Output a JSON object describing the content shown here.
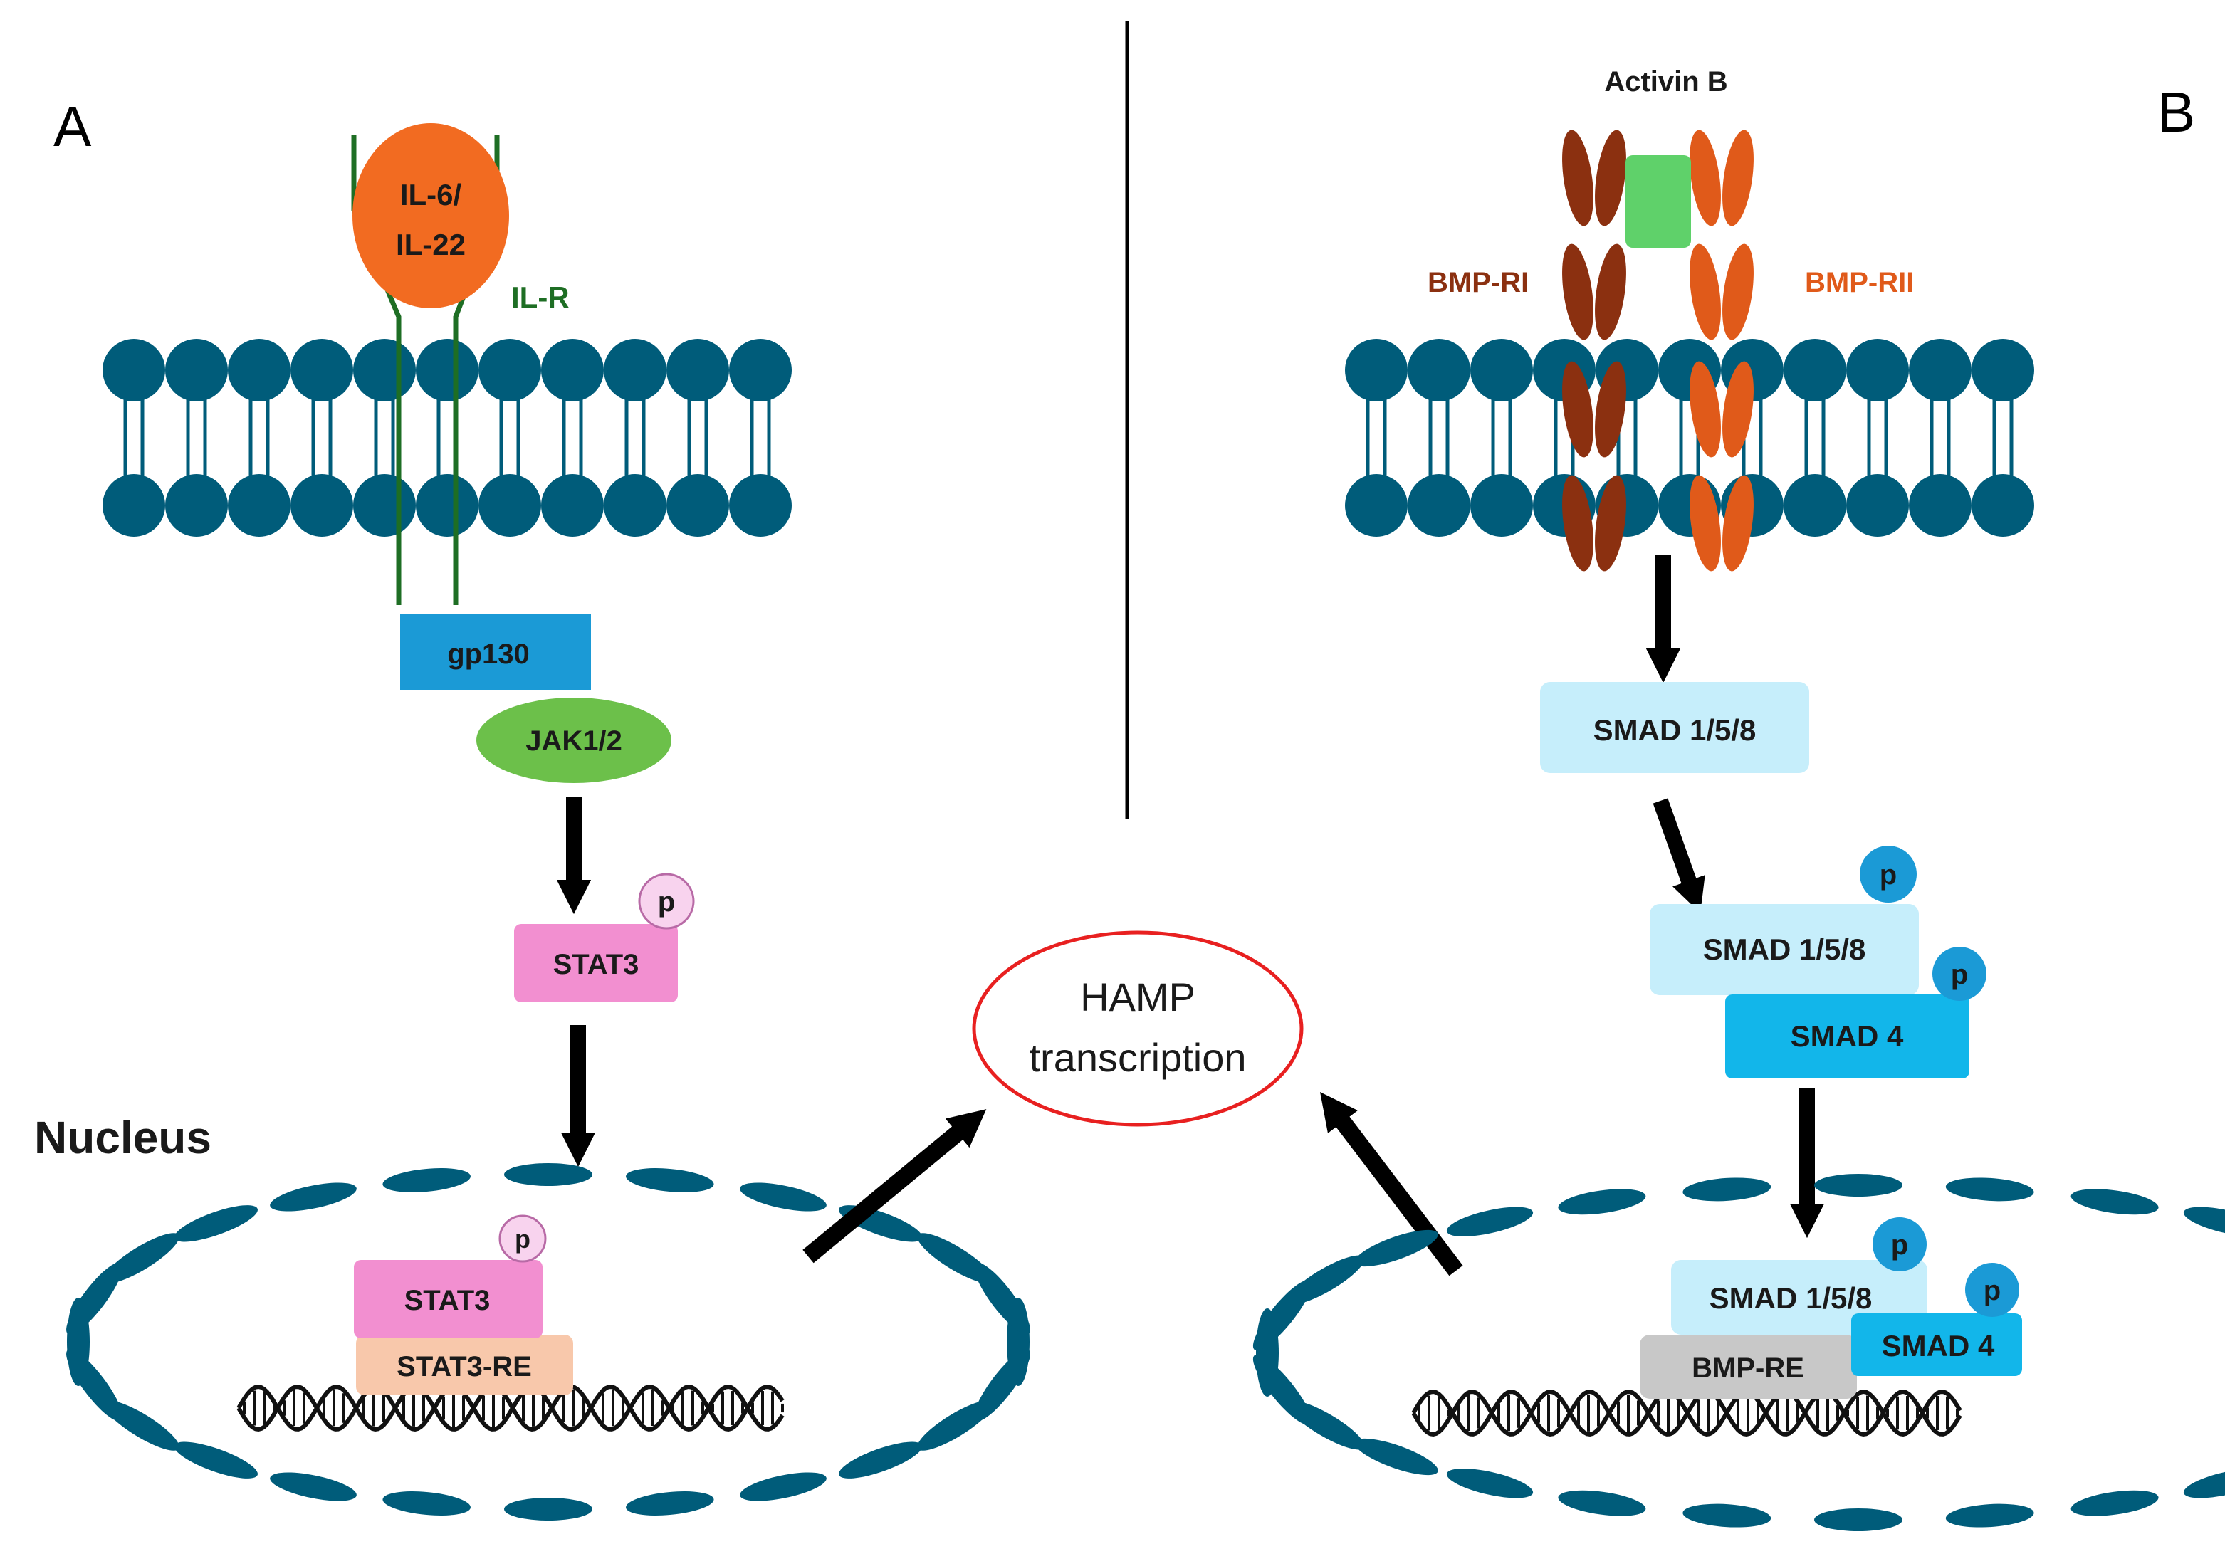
{
  "panels": {
    "a": {
      "letter": "A",
      "ligand": {
        "line1": "IL-6/",
        "line2": "IL-22"
      },
      "receptor_label": "IL-R",
      "gp130_label": "gp130",
      "jak_label": "JAK1/2",
      "stat3_label": "STAT3",
      "phospho_label": "p",
      "nucleus_label": "Nucleus",
      "nuclear_stat3_label": "STAT3",
      "response_element_label": "STAT3-RE"
    },
    "b": {
      "letter": "B",
      "ligand_label": "Activin B",
      "receptor1_label": "BMP-RI",
      "receptor2_label": "BMP-RII",
      "smad158_label": "SMAD 1/5/8",
      "smad4_label": "SMAD 4",
      "phospho_label": "p",
      "response_element_label": "BMP-RE"
    }
  },
  "center": {
    "target_line1": "HAMP",
    "target_line2": "transcription"
  },
  "colors": {
    "membrane": "#005c7a",
    "receptor_green": "#1e6e24",
    "ligand_orange": "#f26b21",
    "gp130": "#1b9ad6",
    "jak": "#6cc04a",
    "stat3": "#f28fd0",
    "stat3_re": "#f8c8ab",
    "smad158": "#c6eefb",
    "smad4": "#12b6ea",
    "phospho_blue": "#1b9ad6",
    "phospho_pink": "#f8d3ee",
    "bmp_ri": "#8b3010",
    "bmp_rii": "#e05a1a",
    "activin": "#5fd16a",
    "bmp_re": "#c8c8c8",
    "hamp_ring": "#e82020",
    "arrow": "#000000"
  }
}
